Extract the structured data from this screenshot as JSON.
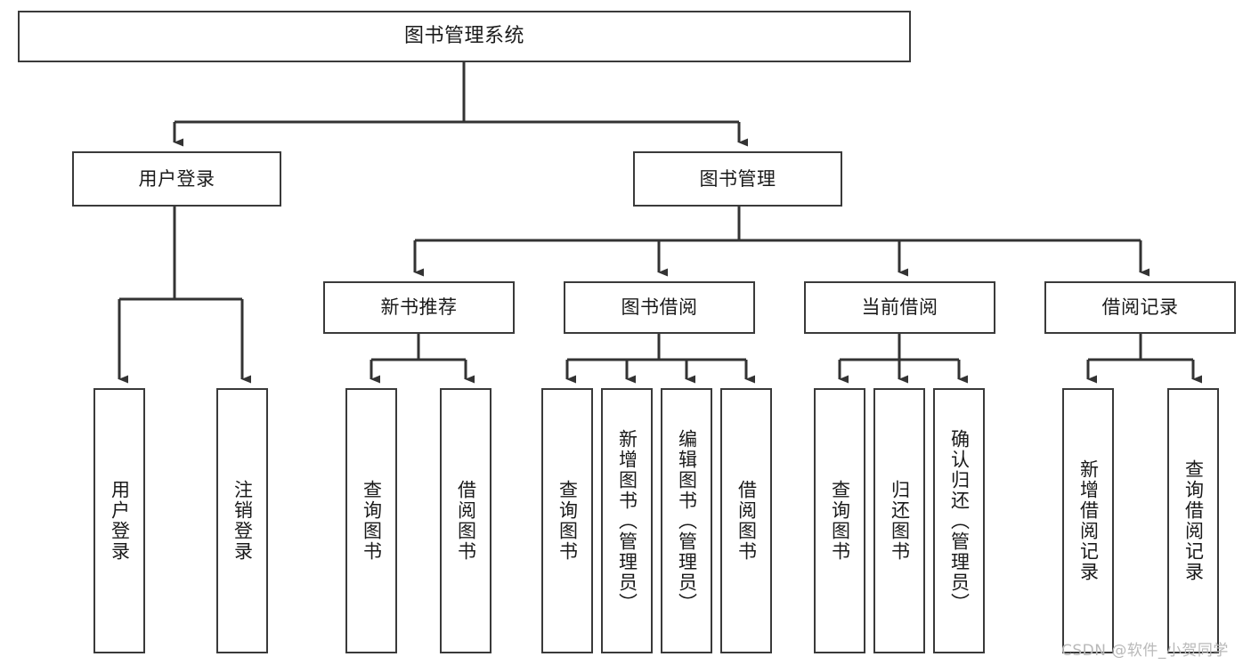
{
  "diagram": {
    "type": "tree-hierarchy",
    "title": "图书管理系统",
    "root": {
      "label": "图书管理系统"
    },
    "level2": [
      {
        "id": "user-login",
        "label": "用户登录"
      },
      {
        "id": "book-manage",
        "label": "图书管理"
      }
    ],
    "level3": [
      {
        "id": "new-book-recommend",
        "label": "新书推荐",
        "parent": "book-manage"
      },
      {
        "id": "book-borrow",
        "label": "图书借阅",
        "parent": "book-manage"
      },
      {
        "id": "current-borrow",
        "label": "当前借阅",
        "parent": "book-manage"
      },
      {
        "id": "borrow-record",
        "label": "借阅记录",
        "parent": "book-manage"
      }
    ],
    "leaves": [
      {
        "id": "leaf-user-login",
        "label": "用户登录",
        "parent": "user-login"
      },
      {
        "id": "leaf-logout",
        "label": "注销登录",
        "parent": "user-login"
      },
      {
        "id": "leaf-query-book-1",
        "label": "查询图书",
        "parent": "new-book-recommend"
      },
      {
        "id": "leaf-borrow-book-1",
        "label": "借阅图书",
        "parent": "new-book-recommend"
      },
      {
        "id": "leaf-query-book-2",
        "label": "查询图书",
        "parent": "book-borrow"
      },
      {
        "id": "leaf-add-book",
        "label": "新增图书（管理员）",
        "parent": "book-borrow"
      },
      {
        "id": "leaf-edit-book",
        "label": "编辑图书（管理员）",
        "parent": "book-borrow"
      },
      {
        "id": "leaf-borrow-book-2",
        "label": "借阅图书",
        "parent": "book-borrow"
      },
      {
        "id": "leaf-query-book-3",
        "label": "查询图书",
        "parent": "current-borrow"
      },
      {
        "id": "leaf-return-book",
        "label": "归还图书",
        "parent": "current-borrow"
      },
      {
        "id": "leaf-confirm-return",
        "label": "确认归还（管理员）",
        "parent": "current-borrow"
      },
      {
        "id": "leaf-add-record",
        "label": "新增借阅记录",
        "parent": "borrow-record"
      },
      {
        "id": "leaf-query-record",
        "label": "查询借阅记录",
        "parent": "borrow-record"
      }
    ],
    "colors": {
      "box_border": "#3a3a3a",
      "box_fill": "#ffffff",
      "connector": "#333333",
      "text": "#1a1a1a",
      "watermark": "#b9b9b9"
    }
  },
  "watermark": {
    "text": "CSDN @软件_小贺同学"
  }
}
